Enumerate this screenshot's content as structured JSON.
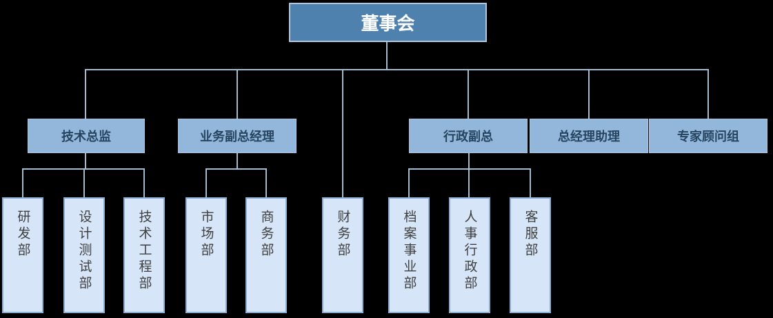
{
  "canvas": {
    "background": "#000000"
  },
  "colors": {
    "level1_fill": "#4E81AD",
    "level1_border": "#B3C8DC",
    "level1_text": "#FFFFFF",
    "level2_fill": "#93B7DB",
    "level2_text": "#264460",
    "level3_fill": "#D6E6F8",
    "level3_border": "#8BAFD3",
    "level3_text": "#3F3F3F",
    "connector": "#A3BCD0"
  },
  "org_chart": {
    "type": "organization-chart",
    "root": {
      "label": "董事会",
      "children_labels": [
        "技术总监",
        "业务副总经理",
        "财务部",
        "行政副总",
        "总经理助理",
        "专家顾问组"
      ]
    },
    "level2": [
      {
        "label": "技术总监",
        "children_labels": [
          "研发部",
          "设计测试部",
          "技术工程部"
        ]
      },
      {
        "label": "业务副总经理",
        "children_labels": [
          "市场部",
          "商务部"
        ]
      },
      {
        "label": "行政副总",
        "children_labels": [
          "档案事业部",
          "人事行政部",
          "客服部"
        ]
      },
      {
        "label": "总经理助理",
        "children_labels": []
      },
      {
        "label": "专家顾问组",
        "children_labels": []
      }
    ],
    "level3": [
      {
        "label": "研发部"
      },
      {
        "label": "设计测试部"
      },
      {
        "label": "技术工程部"
      },
      {
        "label": "市场部"
      },
      {
        "label": "商务部"
      },
      {
        "label": "财务部"
      },
      {
        "label": "档案事业部"
      },
      {
        "label": "人事行政部"
      },
      {
        "label": "客服部"
      }
    ]
  }
}
